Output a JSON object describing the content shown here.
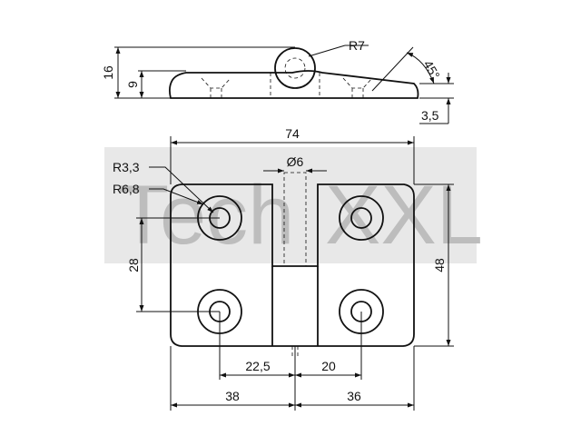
{
  "drawing": {
    "watermark": {
      "text_left": "Tech",
      "text_right": "XXL",
      "band_color": "#d9d9d9",
      "text_color": "#bdbdbd"
    },
    "side_view": {
      "dim_height_total": "16",
      "dim_height_leaf": "9",
      "dim_knuckle_radius": "R7",
      "dim_angle": "45°",
      "dim_thickness": "3,5"
    },
    "top_view": {
      "dim_width": "74",
      "dim_pin_diameter": "Ø6",
      "dim_hole_radius": "R3,3",
      "dim_countersink_radius": "R6,8",
      "dim_height": "48",
      "dim_hole_pitch_vertical": "28",
      "dim_hole_offset_left": "22,5",
      "dim_hole_offset_right": "20",
      "dim_leaf_left": "38",
      "dim_leaf_right": "36"
    }
  }
}
